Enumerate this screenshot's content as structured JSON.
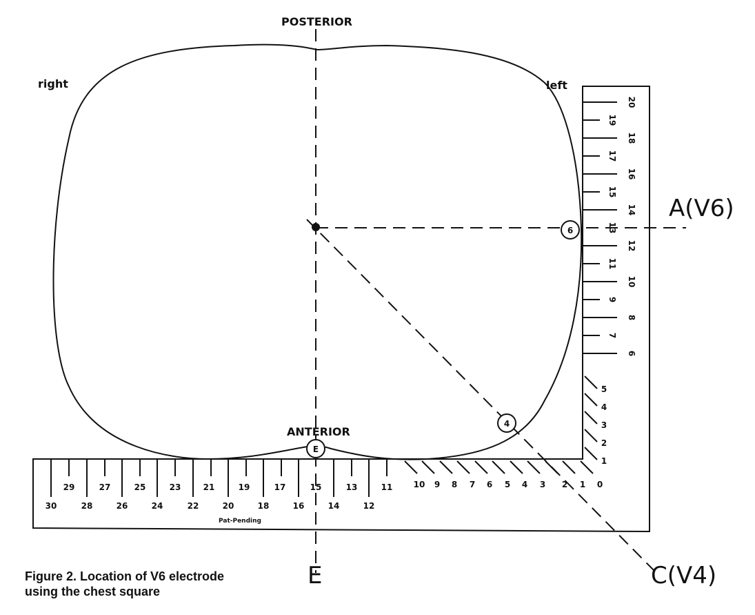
{
  "labels": {
    "posterior": "POSTERIOR",
    "anterior": "ANTERIOR",
    "right": "right",
    "left": "left",
    "line_a": "A(V6)",
    "line_c": "C(V4)",
    "line_e": "E",
    "pat_pending": "Pat-Pending"
  },
  "markers": {
    "v6": "6",
    "v4": "4",
    "e": "E"
  },
  "ruler": {
    "bottom_top_row": [
      "29",
      "27",
      "25",
      "23",
      "21",
      "19",
      "17",
      "15",
      "13",
      "11"
    ],
    "bottom_bottom_row": [
      "30",
      "28",
      "26",
      "24",
      "22",
      "20",
      "18",
      "16",
      "14",
      "12"
    ],
    "diagonal": [
      "10",
      "9",
      "8",
      "7",
      "6",
      "5",
      "4",
      "3",
      "2",
      "1",
      "0"
    ],
    "corner": [
      "5",
      "4",
      "3",
      "2",
      "1"
    ],
    "vertical": [
      "20",
      "19",
      "18",
      "17",
      "16",
      "15",
      "14",
      "13",
      "12",
      "11",
      "10",
      "9",
      "8",
      "7",
      "6"
    ]
  },
  "caption": {
    "line1": "Figure 2.  Location of V6 electrode",
    "line2": "using the chest square"
  },
  "colors": {
    "ink": "#111111",
    "background": "#ffffff"
  }
}
